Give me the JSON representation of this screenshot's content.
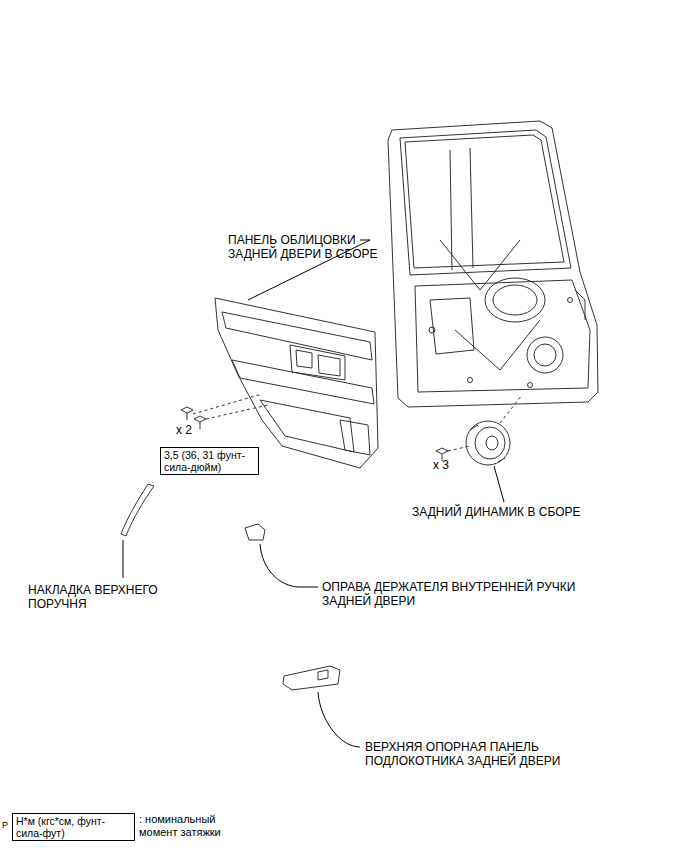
{
  "diagram": {
    "nodes": [
      {
        "text": [
          "3,5 (36, 31 фунт-сила-дюйм)"
        ]
      },
      {
        "text": [
          "Н*м (кгс*см, фунт-сила-фут)"
        ]
      }
    ],
    "labels": [
      "ПАНЕЛЬ ОБЛИЦОВКИ ЗАДНЕЙ ДВЕРИ В СБОРЕ",
      "x 2",
      "x 3",
      "ЗАДНИЙ ДИНАМИК В СБОРЕ",
      "НАКЛАДКА ВЕРХНЕГО ПОРУЧНЯ",
      "ОПРАВА ДЕРЖАТЕЛЯ ВНУТРЕННЕЙ РУЧКИ ЗАДНЕЙ ДВЕРИ",
      "ВЕРХНЯЯ ОПОРНАЯ ПАНЕЛЬ ПОДЛОКОТНИКА ЗАДНЕЙ ДВЕРИ",
      ": номинальный момент затяжки",
      "P"
    ]
  }
}
